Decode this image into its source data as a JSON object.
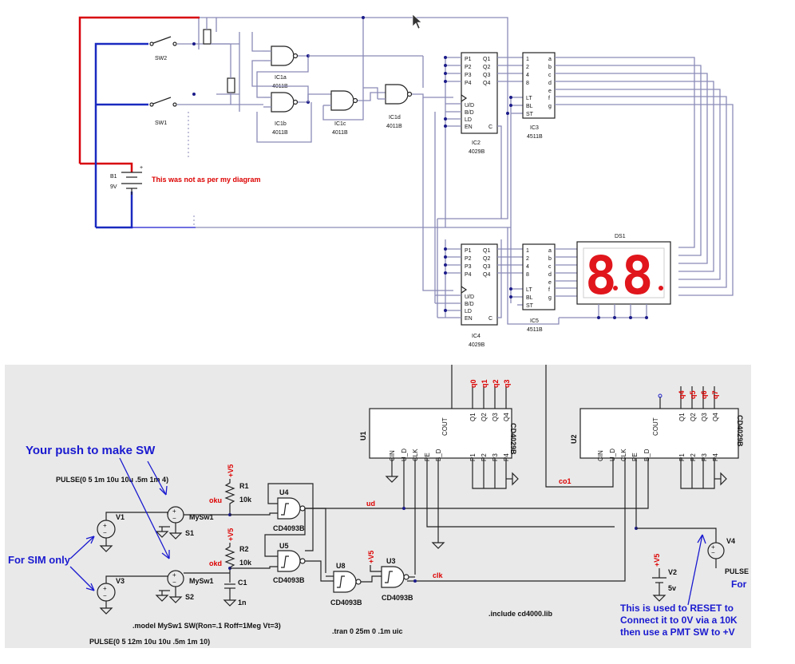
{
  "top_schematic": {
    "labels": {
      "sw2": "SW2",
      "sw1": "SW1",
      "ic1a": "IC1a",
      "ic1a_part": "4011B",
      "ic1b": "IC1b",
      "ic1b_part": "4011B",
      "ic1c": "IC1c",
      "ic1c_part": "4011B",
      "ic1d": "IC1d",
      "ic1d_part": "4011B",
      "ic2": "IC2",
      "ic2_part": "4029B",
      "ic3": "IC3",
      "ic3_part": "4511B",
      "ic4": "IC4",
      "ic4_part": "4029B",
      "ic5": "IC5",
      "ic5_part": "4511B",
      "ds1": "DS1",
      "b1": "B1",
      "b1_v": "9V",
      "display": "88"
    },
    "counter_pins_left": [
      "P1",
      "P2",
      "P3",
      "P4",
      "U/D",
      "B/D",
      "LD",
      "EN"
    ],
    "counter_pins_right": [
      "Q1",
      "Q2",
      "Q3",
      "Q4",
      "C"
    ],
    "decoder_pins_left": [
      "1",
      "2",
      "4",
      "8",
      "LT",
      "BL",
      "ST"
    ],
    "decoder_pins_right": [
      "a",
      "b",
      "c",
      "d",
      "e",
      "f",
      "g"
    ],
    "annotation": "This was not as per my diagram"
  },
  "bottom_schematic": {
    "u1": {
      "ref": "U1",
      "part": "CD4029B",
      "outputs": [
        "q0",
        "q1",
        "q2",
        "q3"
      ]
    },
    "u2": {
      "ref": "U2",
      "part": "CD4029B",
      "outputs": [
        "q4",
        "q5",
        "q6",
        "q7"
      ]
    },
    "pins_top": [
      "COUT",
      "Q1",
      "Q2",
      "Q3",
      "Q4"
    ],
    "pins_bottom": [
      "CIN",
      "U_D",
      "CLK",
      "PE",
      "B_D",
      "P1",
      "P2",
      "P3",
      "P4"
    ],
    "nets": {
      "ud": "ud",
      "clk": "clk",
      "co1": "co1",
      "oku": "oku",
      "okd": "okd",
      "v5": "+V5"
    },
    "components": {
      "r1": "R1",
      "r1_val": "10k",
      "r2": "R2",
      "r2_val": "10k",
      "c1": "C1",
      "c1_val": "1n",
      "u3": "U3",
      "u4": "U4",
      "u5": "U5",
      "u8": "U8",
      "gate_part": "CD4093B",
      "v1": "V1",
      "v2": "V2",
      "v2_val": "5v",
      "v3": "V3",
      "v4": "V4",
      "s1": "S1",
      "s2": "S2",
      "sw_model": "MySw1"
    },
    "pulse_top": "PULSE(0 5 1m 10u 10u .5m 1m 4)",
    "pulse_bottom": "PULSE(0 5 12m 10u 10u .5m 1m 10)",
    "pulse_v4": "PULSE",
    "model_line": ".model MySw1  SW(Ron=.1 Roff=1Meg Vt=3)",
    "tran_line": ".tran 0 25m 0 .1m uic",
    "include_line": ".include cd4000.lib",
    "notes": {
      "push_sw": "Your push to make SW",
      "sim_only": "For SIM only",
      "for_cut": "For",
      "reset_1": "This is used to RESET to",
      "reset_2": "Connect it to 0V via a 10K",
      "reset_3": "then use a PMT SW to +V"
    }
  }
}
